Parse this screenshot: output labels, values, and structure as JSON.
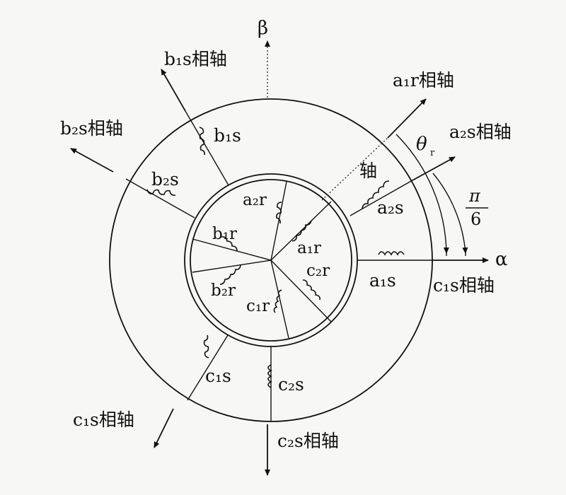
{
  "axes": {
    "beta": "β",
    "alpha": "α"
  },
  "phase_axes": {
    "b1s": "b₁s相轴",
    "b2s": "b₂s相轴",
    "a1r": "a₁r相轴",
    "a2s": "a₂s相轴",
    "c1s_right": "c₁s相轴",
    "c1s_lower": "c₁s相轴",
    "c2s": "c₂s相轴",
    "zhou": "轴"
  },
  "windings": {
    "b1s": "b₁s",
    "b2s": "b₂s",
    "a2s": "a₂s",
    "a1s": "a₁s",
    "c1s": "c₁s",
    "c2s": "c₂s",
    "a2r": "a₂r",
    "b1r": "b₁r",
    "a1r": "a₁r",
    "c2r": "c₂r",
    "b2r": "b₂r",
    "c1r": "c₁r"
  },
  "angles": {
    "theta": "θ",
    "theta_sub": "r",
    "pi": "π",
    "six": "6"
  }
}
